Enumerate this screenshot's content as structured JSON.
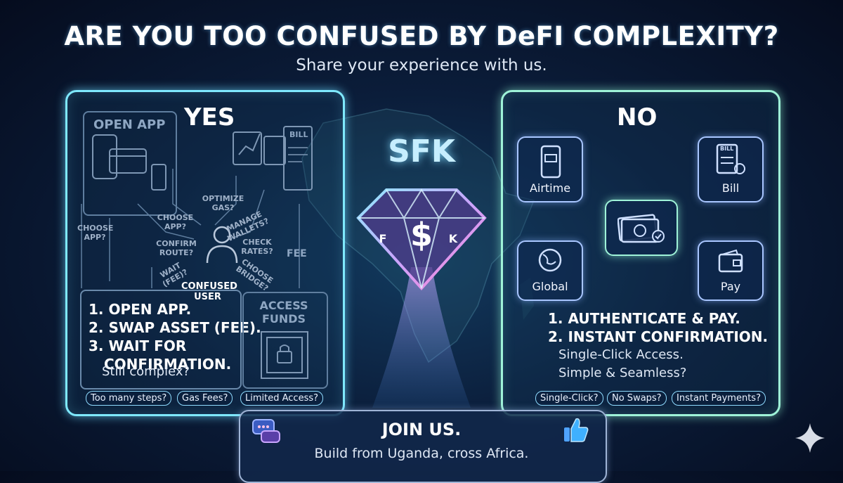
{
  "header": {
    "title": "ARE YOU TOO CONFUSED BY DeFI COMPLEXITY?",
    "subtitle": "Share your experience with us."
  },
  "center": {
    "brand": "SFK"
  },
  "yes_panel": {
    "heading": "YES",
    "open_app_label": "OPEN APP",
    "bill_label": "BILL",
    "fee_label": "FEE",
    "access_funds_label": "ACCESS FUNDS",
    "user_label": "CONFUSED USER",
    "questions": {
      "choose_app_left": "CHOOSE APP?",
      "choose_app": "CHOOSE APP?",
      "optimize_gas": "OPTIMIZE GAS?",
      "manage_wallets": "MANAGE WALLETS?",
      "confirm_route": "CONFIRM ROUTE?",
      "check_rates": "CHECK RATES?",
      "wait_fee": "WAIT (FEE)?",
      "choose_bridge": "CHOOSE BRIDGE?"
    },
    "steps": [
      "1. OPEN APP.",
      "2. SWAP ASSET (FEE).",
      "3. WAIT FOR",
      "CONFIRMATION."
    ],
    "followup": "Still complex?",
    "tags": [
      "Too many steps?",
      "Gas Fees?",
      "Limited Access?"
    ]
  },
  "no_panel": {
    "heading": "NO",
    "tiles": {
      "airtime": "Airtime",
      "bill": "Bill",
      "global": "Global",
      "pay": "Pay",
      "bill_doc": "BILL"
    },
    "steps": [
      "1. AUTHENTICATE & PAY.",
      "2. INSTANT CONFIRMATION."
    ],
    "notes": [
      "Single-Click Access.",
      "Simple & Seamless?"
    ],
    "tags": [
      "Single-Click?",
      "No Swaps?",
      "Instant Payments?"
    ]
  },
  "footer": {
    "title": "JOIN US.",
    "subtitle": "Build from Uganda, cross Africa."
  },
  "colors": {
    "accent_cyan": "#7fe9ff",
    "accent_mint": "#9ff3d8",
    "accent_violet": "#c9a6ff"
  },
  "icons": [
    "chat-icon",
    "thumbs-up-icon",
    "sparkle-icon",
    "diamond-icon",
    "phone-icon",
    "bill-icon",
    "globe-icon",
    "wallet-icon",
    "cash-icon",
    "lock-maze-icon",
    "user-icon"
  ]
}
